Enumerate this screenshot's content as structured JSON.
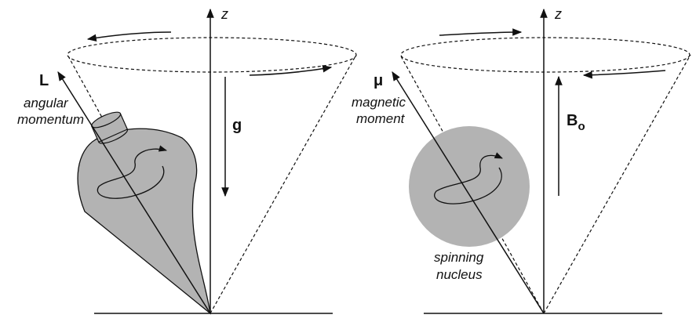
{
  "left_panel": {
    "axis_label": "z",
    "vector_label": "L",
    "vector_caption_line1": "angular",
    "vector_caption_line2": "momentum",
    "field_label": "g",
    "object": "spinning-top"
  },
  "right_panel": {
    "axis_label": "z",
    "vector_label": "μ",
    "vector_caption_line1": "magnetic",
    "vector_caption_line2": "moment",
    "field_label": "B",
    "field_label_subscript": "o",
    "object_caption_line1": "spinning",
    "object_caption_line2": "nucleus",
    "object": "spinning-nucleus"
  },
  "colors": {
    "fill_gray": "#b3b3b3",
    "stroke": "#111111",
    "background": "#ffffff"
  }
}
